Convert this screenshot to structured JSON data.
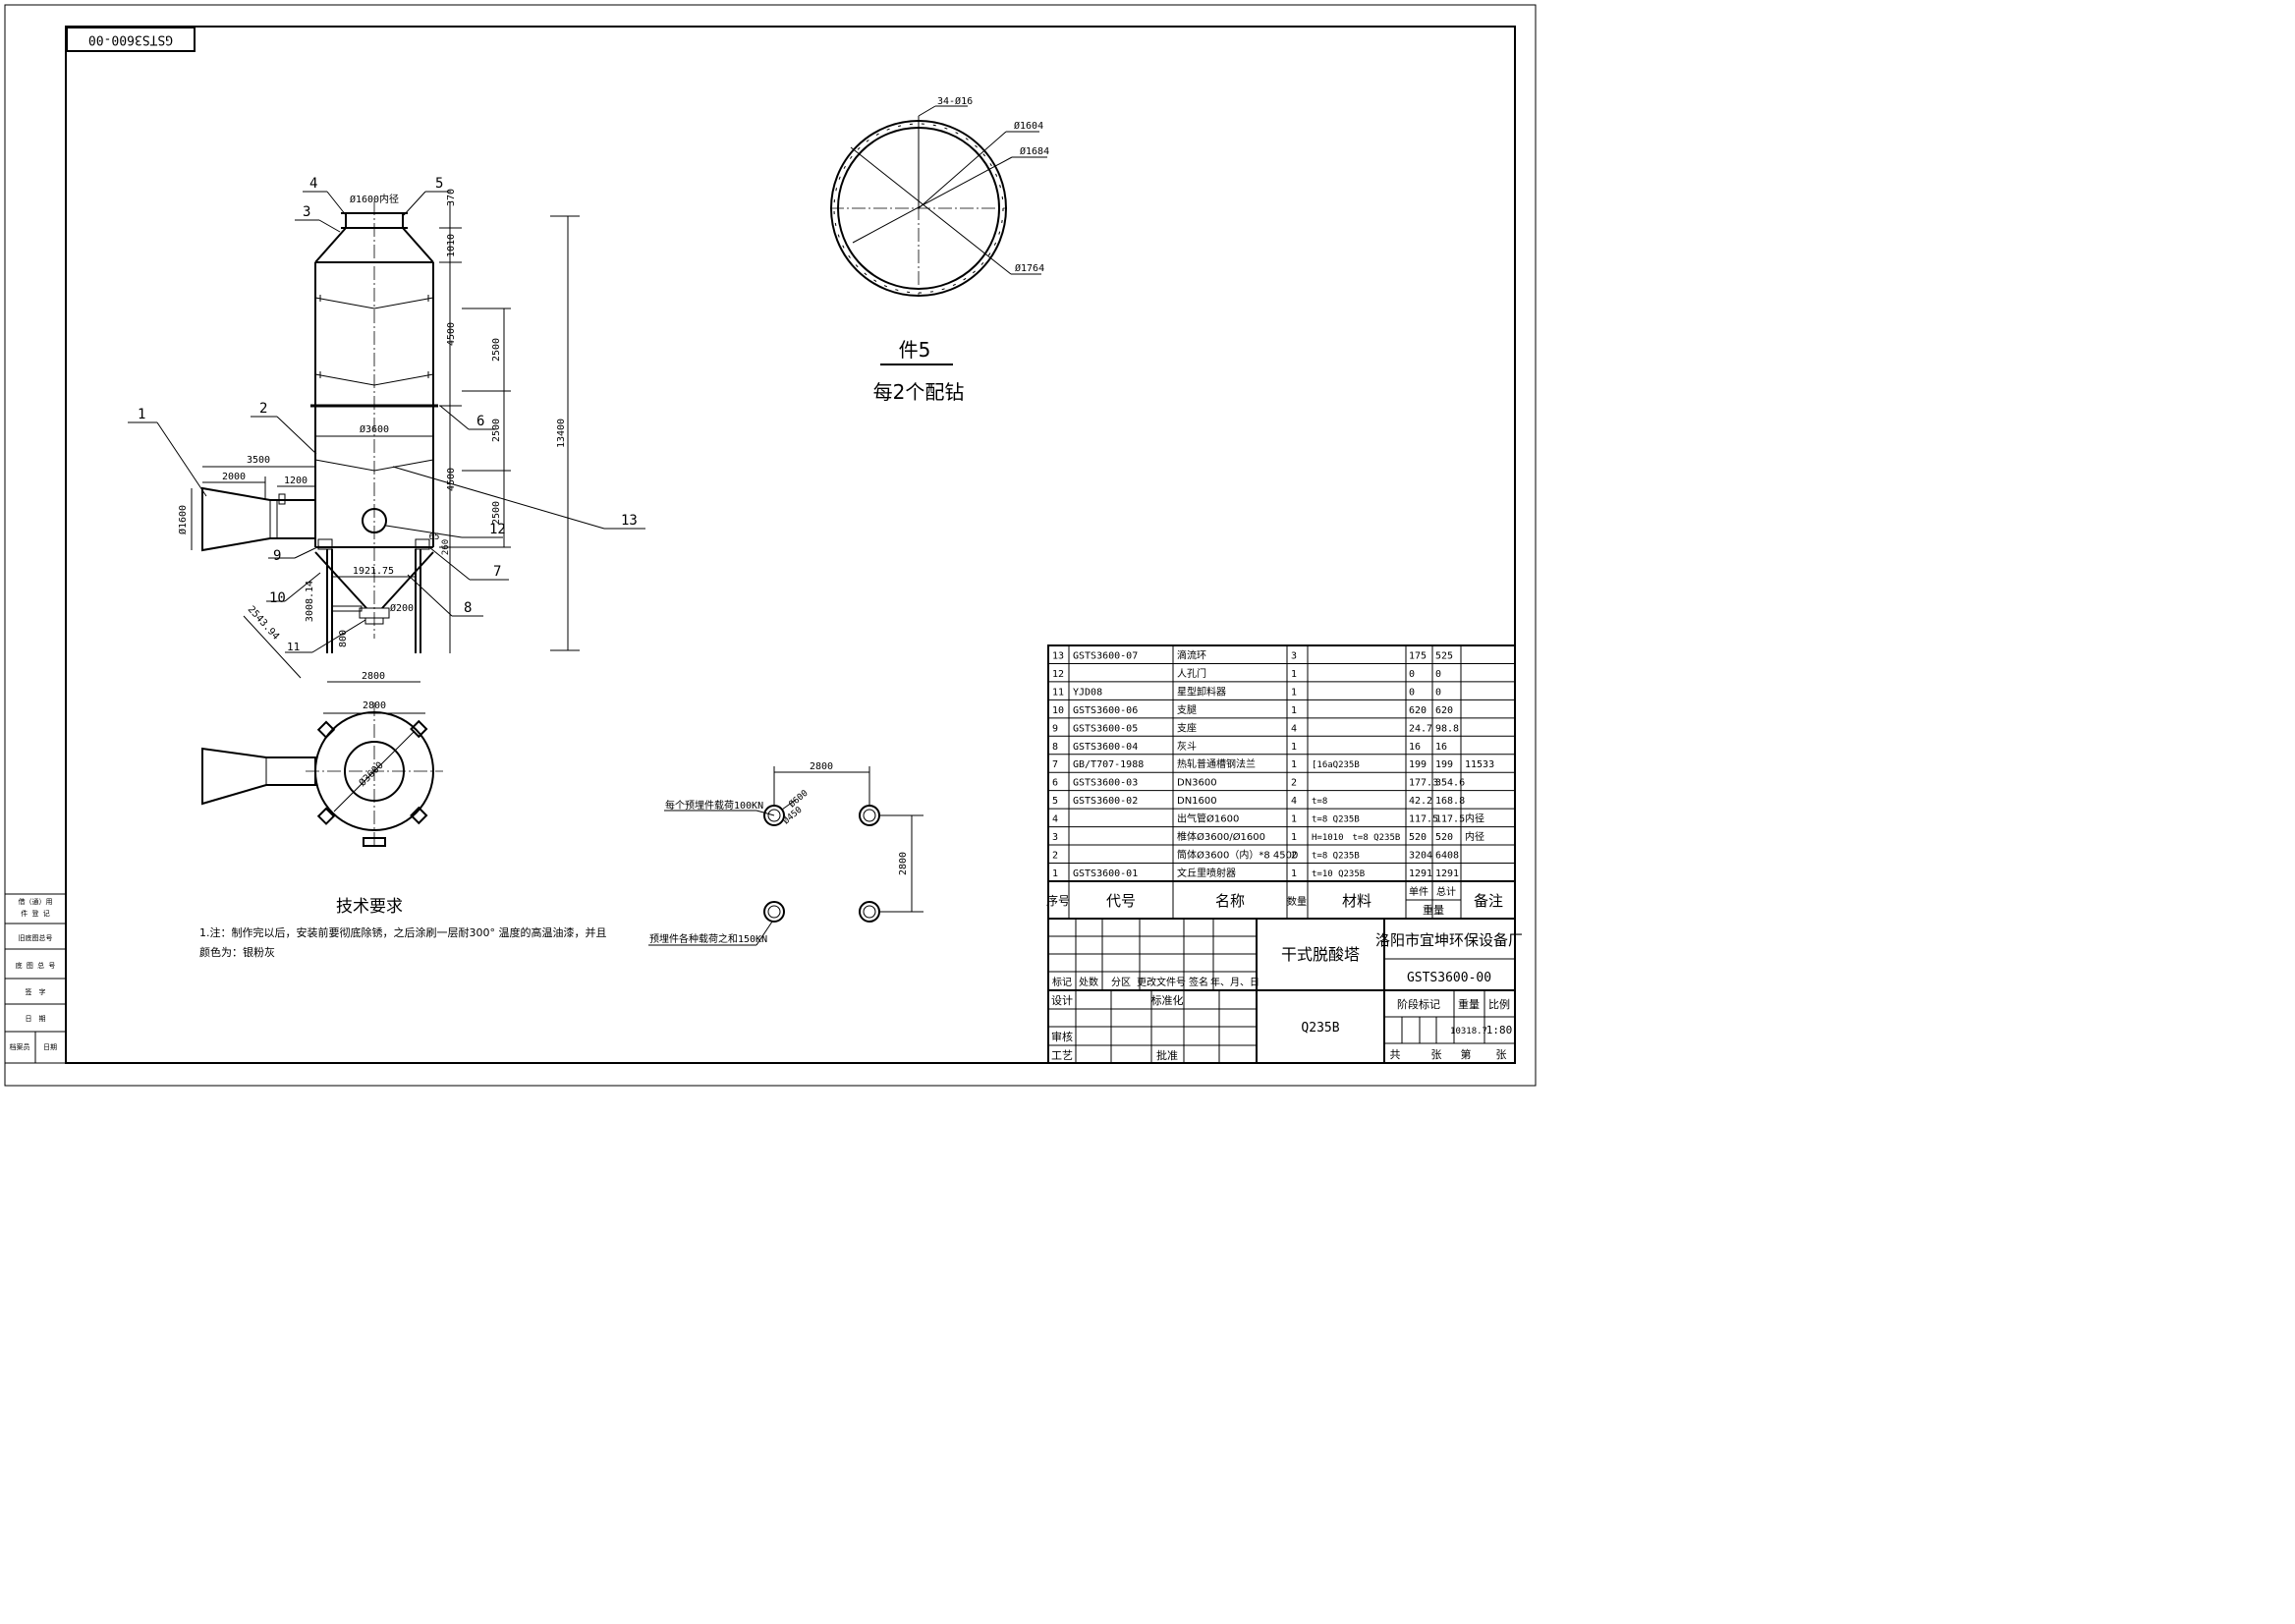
{
  "drawing_number": "GSTS3600-00",
  "elevation": {
    "part_numbers": [
      "1",
      "2",
      "3",
      "4",
      "5",
      "6",
      "7",
      "8",
      "9",
      "10",
      "11",
      "12",
      "13"
    ],
    "dims": {
      "outlet_dia": "Ø1600内径",
      "d370": "370",
      "d1010": "1010",
      "d4500_top": "4500",
      "d2500_a": "2500",
      "d2500_b": "2500",
      "d4500_mid": "4500",
      "d2500_c": "2500",
      "d13400": "13400",
      "d3600": "Ø3600",
      "d3500": "3500",
      "d2000": "2000",
      "d1200": "1200",
      "d1600": "Ø1600",
      "d65": "65",
      "d260": "260",
      "d1921": "1921.75",
      "d3008": "3008.14",
      "d2543": "2543.94",
      "d200": "Ø200",
      "d800": "800",
      "d2800": "2800"
    }
  },
  "plan": {
    "w2800": "2800",
    "d3600": "Ø3600"
  },
  "detail5": {
    "holes": "34-Ø16",
    "d1604": "Ø1604",
    "d1684": "Ø1684",
    "d1764": "Ø1764",
    "title": "件5",
    "subtitle": "每2个配钻"
  },
  "foundation": {
    "d2800_h": "2800",
    "d2800_v": "2800",
    "d600": "Ø600",
    "d450": "Ø450",
    "load1": "每个预埋件载荷100KN",
    "load2": "预埋件各种载荷之和150KN"
  },
  "tech": {
    "title": "技术要求",
    "line1": "1.注：制作完以后，安装前要彻底除锈，之后涂刷一层耐300° 温度的高温油漆，并且",
    "line2": "颜色为：银粉灰"
  },
  "left_strip": [
    "借（通）用",
    "件 登 记",
    "旧底图总号",
    "底 图 总 号",
    "签　字",
    "日　期",
    "档案员",
    "日期"
  ],
  "bom": {
    "rows": [
      {
        "no": "13",
        "code": "GSTS3600-07",
        "name": "滴流环",
        "qty": "3",
        "mat": "",
        "unit": "175",
        "total": "525",
        "note": ""
      },
      {
        "no": "12",
        "code": "",
        "name": "人孔门",
        "qty": "1",
        "mat": "",
        "unit": "0",
        "total": "0",
        "note": ""
      },
      {
        "no": "11",
        "code": "YJD08",
        "name": "星型卸料器",
        "qty": "1",
        "mat": "",
        "unit": "0",
        "total": "0",
        "note": ""
      },
      {
        "no": "10",
        "code": "GSTS3600-06",
        "name": "支腿",
        "qty": "1",
        "mat": "",
        "unit": "620",
        "total": "620",
        "note": ""
      },
      {
        "no": "9",
        "code": "GSTS3600-05",
        "name": "支座",
        "qty": "4",
        "mat": "",
        "unit": "24.7",
        "total": "98.8",
        "note": ""
      },
      {
        "no": "8",
        "code": "GSTS3600-04",
        "name": "灰斗",
        "qty": "1",
        "mat": "",
        "unit": "16",
        "total": "16",
        "note": ""
      },
      {
        "no": "7",
        "code": "GB/T707-1988",
        "name": "热轧普通槽钢法兰",
        "qty": "1",
        "mat": "[16aQ235B",
        "unit": "199",
        "total": "199",
        "note": "11533"
      },
      {
        "no": "6",
        "code": "GSTS3600-03",
        "name": "DN3600",
        "qty": "2",
        "mat": "",
        "unit": "177.3",
        "total": "354.6",
        "note": ""
      },
      {
        "no": "5",
        "code": "GSTS3600-02",
        "name": "DN1600",
        "qty": "4",
        "mat": "t=8",
        "unit": "42.2",
        "total": "168.8",
        "note": ""
      },
      {
        "no": "4",
        "code": "",
        "name": "出气管Ø1600",
        "qty": "1",
        "mat": "t=8 Q235B",
        "unit": "117.5",
        "total": "117.5",
        "note": "内径"
      },
      {
        "no": "3",
        "code": "",
        "name": "椎体Ø3600/Ø1600",
        "qty": "1",
        "mat": "H=1010　t=8 Q235B",
        "unit": "520",
        "total": "520",
        "note": "内径"
      },
      {
        "no": "2",
        "code": "",
        "name": "筒体Ø3600（内）*8 4500",
        "qty": "2",
        "mat": "t=8 Q235B",
        "unit": "3204",
        "total": "6408",
        "note": ""
      },
      {
        "no": "1",
        "code": "GSTS3600-01",
        "name": "文丘里喷射器",
        "qty": "1",
        "mat": "t=10 Q235B",
        "unit": "1291",
        "total": "1291",
        "note": ""
      }
    ],
    "headers": {
      "no": "序号",
      "code": "代号",
      "name": "名称",
      "qty": "数量",
      "mat": "材料",
      "unit": "单件",
      "total": "总计",
      "weight": "重量",
      "note": "备注"
    }
  },
  "title_block": {
    "product": "干式脱酸塔",
    "company": "洛阳市宜坤环保设备厂",
    "drawing": "GSTS3600-00",
    "material": "Q235B",
    "rev_cols": [
      "标记",
      "处数",
      "分区",
      "更改文件号",
      "签名",
      "年、月、日"
    ],
    "design": "设计",
    "standard": "标准化",
    "review": "审核",
    "process": "工艺",
    "approve": "批准",
    "stage": "阶段标记",
    "weight_label": "重量",
    "scale_label": "比例",
    "weight": "10318.7",
    "scale": "1:80",
    "sheets": [
      "共",
      "张",
      "第",
      "张"
    ]
  }
}
